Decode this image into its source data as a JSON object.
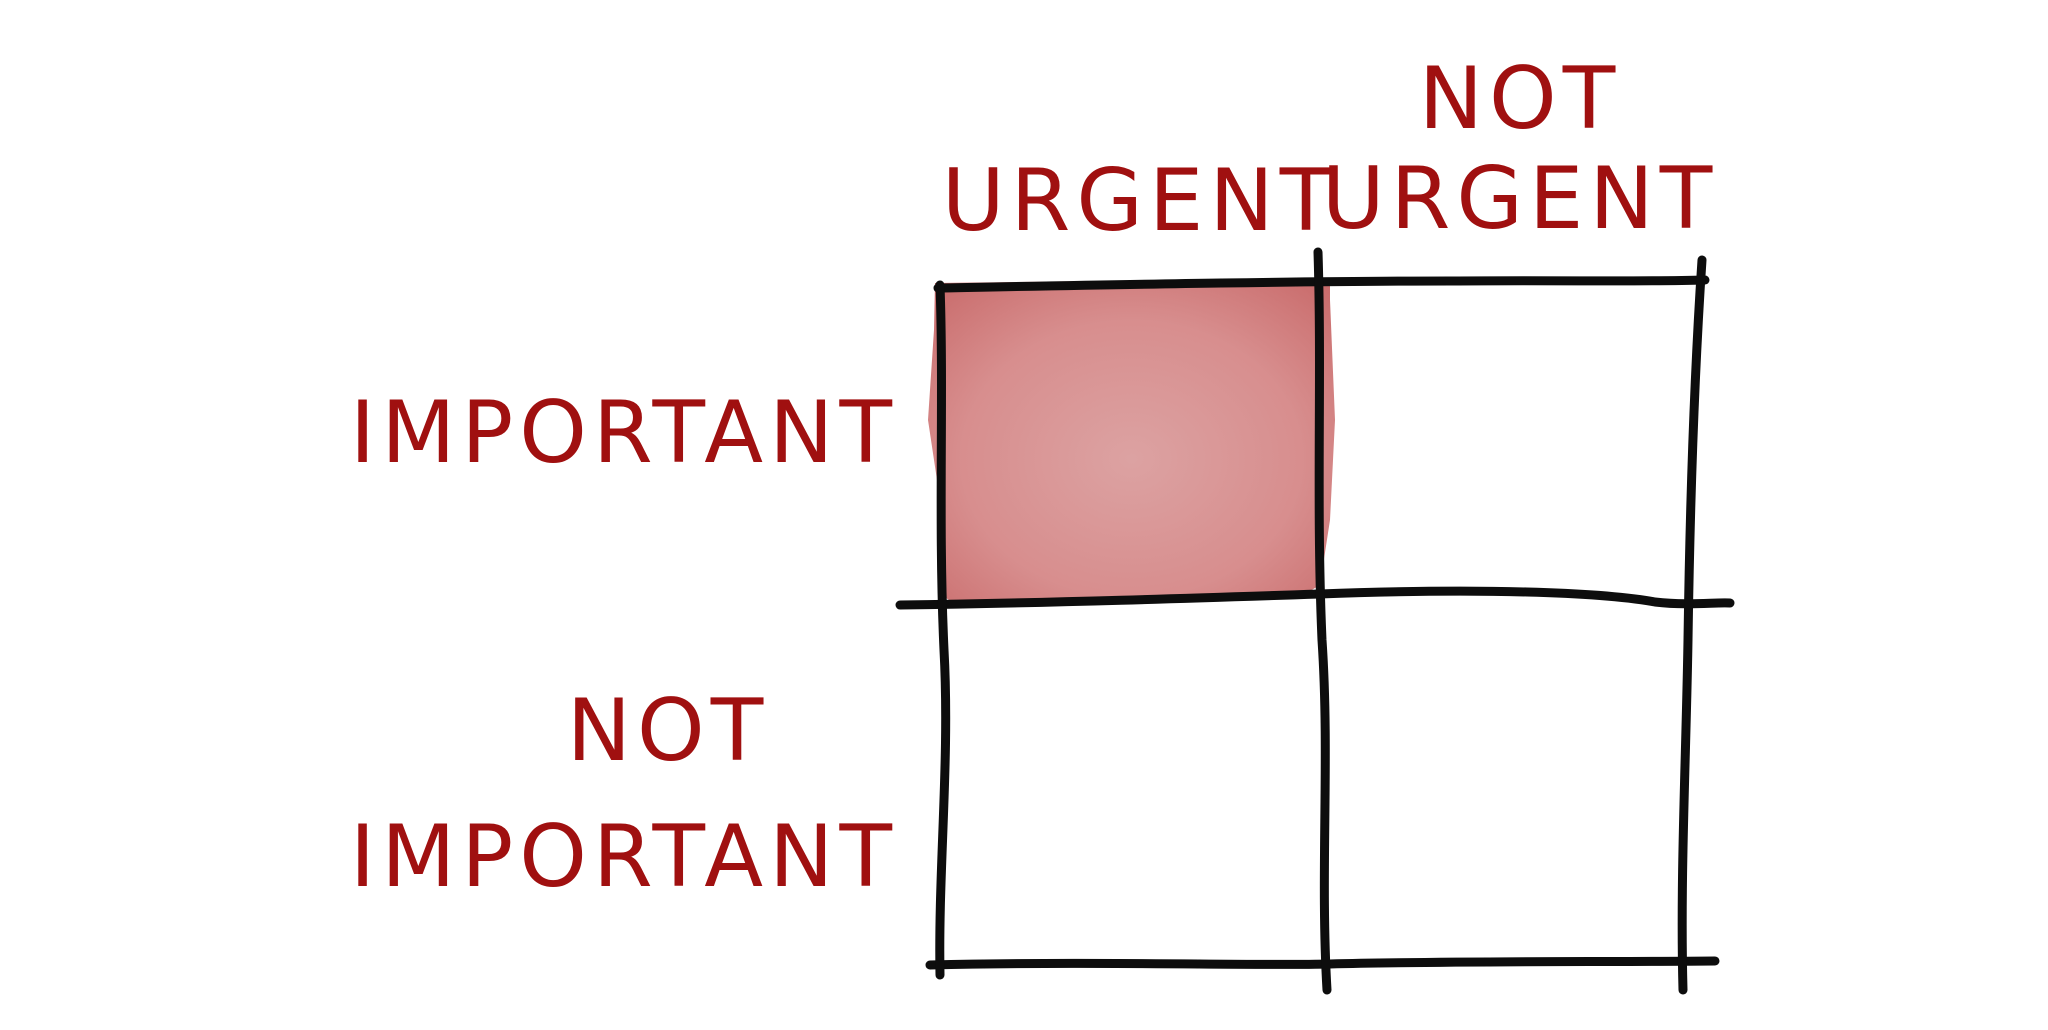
{
  "columns": {
    "urgent": "URGENT",
    "not_urgent_line1": "NOT",
    "not_urgent_line2": "URGENT"
  },
  "rows": {
    "important": "IMPORTANT",
    "not_important_line1": "NOT",
    "not_important_line2": "IMPORTANT"
  },
  "highlight": {
    "quadrant": "urgent-important",
    "color": "#d47070"
  },
  "colors": {
    "label": "#a01010",
    "grid": "#0d0d0d",
    "background": "#ffffff"
  }
}
